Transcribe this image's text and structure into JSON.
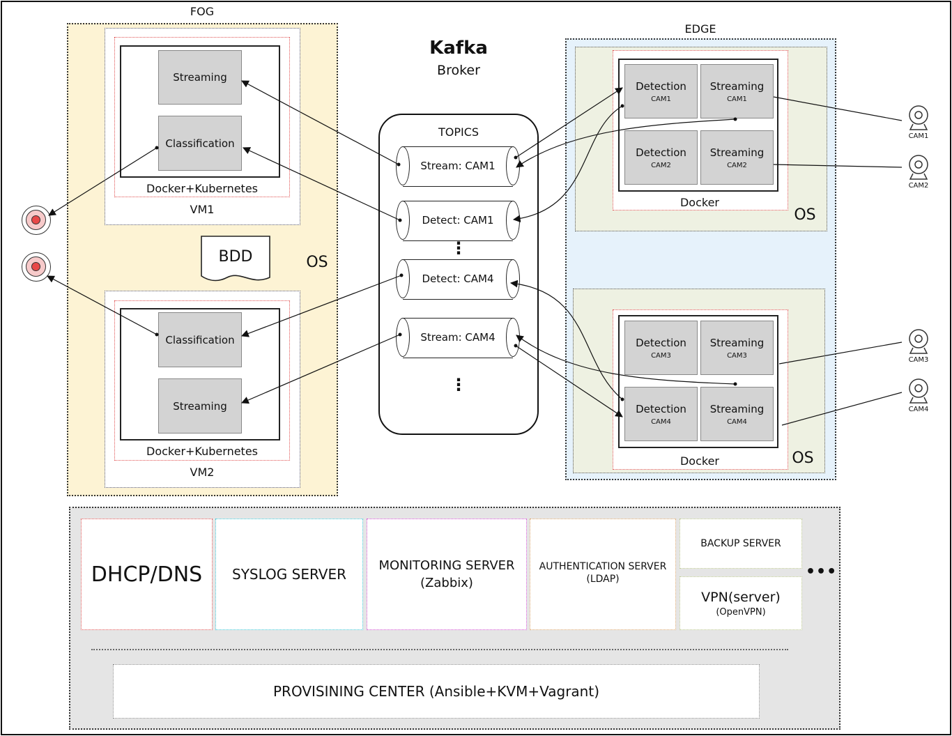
{
  "fog": {
    "title": "FOG",
    "os_label": "OS",
    "bdd_label": "BDD",
    "vm1": {
      "name": "VM1",
      "platform": "Docker+Kubernetes",
      "top_box": "Streaming",
      "bottom_box": "Classification"
    },
    "vm2": {
      "name": "VM2",
      "platform": "Docker+Kubernetes",
      "top_box": "Classification",
      "bottom_box": "Streaming"
    }
  },
  "kafka": {
    "title": "Kafka",
    "subtitle": "Broker",
    "topics_label": "TOPICS",
    "topics": [
      "Stream: CAM1",
      "Detect: CAM1",
      "Detect: CAM4",
      "Stream: CAM4"
    ],
    "ellipsis": "⋮"
  },
  "edge": {
    "title": "EDGE",
    "top": {
      "os_label": "OS",
      "docker_label": "Docker",
      "cells": [
        {
          "title": "Detection",
          "sub": "CAM1"
        },
        {
          "title": "Streaming",
          "sub": "CAM1"
        },
        {
          "title": "Detection",
          "sub": "CAM2"
        },
        {
          "title": "Streaming",
          "sub": "CAM2"
        }
      ]
    },
    "bottom": {
      "os_label": "OS",
      "docker_label": "Docker",
      "cells": [
        {
          "title": "Detection",
          "sub": "CAM3"
        },
        {
          "title": "Streaming",
          "sub": "CAM3"
        },
        {
          "title": "Detection",
          "sub": "CAM4"
        },
        {
          "title": "Streaming",
          "sub": "CAM4"
        }
      ]
    }
  },
  "cameras": [
    "CAM1",
    "CAM2",
    "CAM3",
    "CAM4"
  ],
  "services": {
    "dhcp": "DHCP/DNS",
    "syslog": "SYSLOG SERVER",
    "monitoring": "MONITORING SERVER",
    "monitoring_sub": "(Zabbix)",
    "auth": "AUTHENTICATION SERVER",
    "auth_sub": "(LDAP)",
    "backup": "BACKUP SERVER",
    "vpn": "VPN(server)",
    "vpn_sub": "(OpenVPN)",
    "more": "•••",
    "provisioning": "PROVISINING CENTER (Ansible+KVM+Vagrant)"
  },
  "colors": {
    "fog_bg": "#fdf3d4",
    "edge_bg": "#e6f2fb",
    "edge_os_bg": "#eef1e2",
    "box_gray": "#d3d3d3",
    "alarm_red": "#e84848",
    "bottom_bg": "#e5e5e5",
    "syslog_border": "#39c6d6",
    "monitoring_border": "#d24fd2",
    "auth_border": "#d9a46a",
    "backup_border": "#b8c48a"
  }
}
